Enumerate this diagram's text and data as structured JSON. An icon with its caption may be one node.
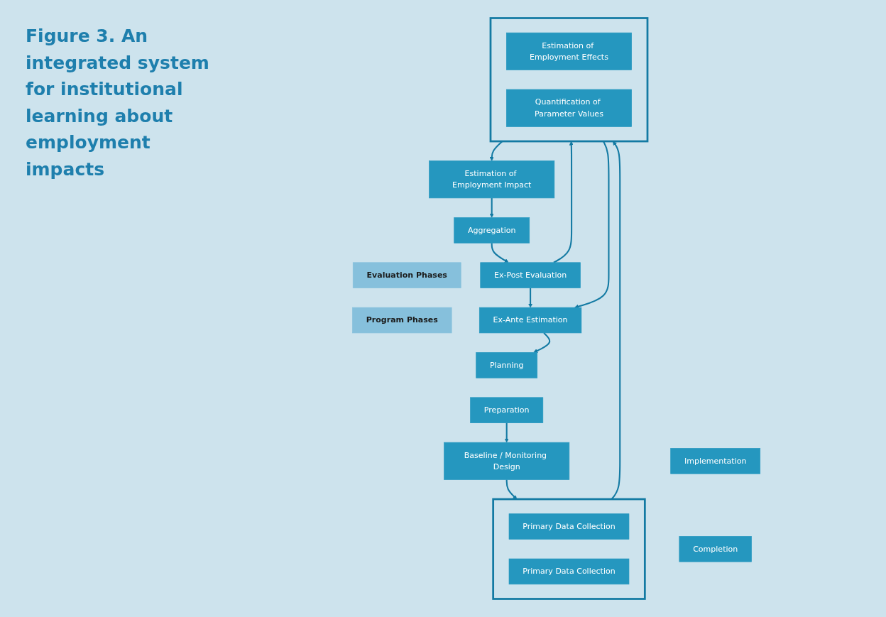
{
  "diagram": {
    "title": "Figure 3. An integrated system for institutional learning about employment impacts",
    "nodes": [
      {
        "text": [
          "Program Phases"
        ]
      },
      {
        "text": [
          "Evaluation Phases"
        ]
      },
      {
        "text": [
          "Planning"
        ]
      },
      {
        "text": [
          "Preparation"
        ]
      },
      {
        "text": [
          "Implementation"
        ]
      },
      {
        "text": [
          "Completion"
        ]
      },
      {
        "text": [
          "Ex-Ante Estimation"
        ]
      },
      {
        "text": [
          "Baseline / Monitoring Design"
        ]
      },
      {
        "text": [],
        "shape": "box"
      },
      {
        "text": [
          "Primary Data Collection"
        ],
        "in": 8
      },
      {
        "text": [
          "Primary Data Collection"
        ],
        "in": 8
      },
      {
        "text": [],
        "shape": "box"
      },
      {
        "text": [
          "Estimation of Employment Effects"
        ],
        "in": 11
      },
      {
        "text": [
          "Quantification of Parameter Values"
        ],
        "in": 11
      },
      {
        "text": [
          "Estimation of Employment Impact"
        ]
      },
      {
        "text": [
          "Aggregation"
        ]
      },
      {
        "text": [
          "Ex-Post Evaluation"
        ]
      }
    ],
    "edges": [
      {
        "from": 3,
        "to": 7,
        "arrow": "to"
      },
      {
        "from": 7,
        "to": 8,
        "arrow": "to"
      },
      {
        "from": 8,
        "to": 11,
        "arrow": "to"
      },
      {
        "from": 11,
        "to": 14,
        "arrow": "to"
      },
      {
        "from": 14,
        "to": 15,
        "arrow": "to"
      },
      {
        "from": 15,
        "to": 16,
        "arrow": "to"
      },
      {
        "from": 6,
        "to": 2,
        "arrow": "to"
      },
      {
        "from": 16,
        "to": 11,
        "arrow": "to"
      },
      {
        "from": 11,
        "to": 6,
        "arrow": "to"
      },
      {
        "from": 16,
        "to": 6,
        "arrow": "to"
      }
    ]
  }
}
